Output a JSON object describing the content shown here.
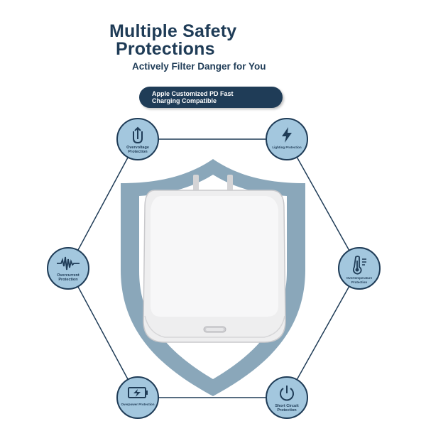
{
  "headline": {
    "line1": "Multiple Safety",
    "line2": "Protections"
  },
  "subheadline": "Actively Filter Danger for You",
  "pill": {
    "line1": "Apple Customized PD Fast",
    "line2": "Charging Compatible"
  },
  "features": [
    {
      "label": "Overvoltage Protection",
      "icon": "overvoltage-icon"
    },
    {
      "label": "Lighting Protection",
      "icon": "lightning-icon"
    },
    {
      "label": "Overcurrent Protection",
      "icon": "waveform-icon"
    },
    {
      "label": "Overtemperature Protection",
      "icon": "thermometer-icon"
    },
    {
      "label": "Overpower Protection",
      "icon": "battery-charging-icon"
    },
    {
      "label": "Short Circuit Protection",
      "icon": "power-icon"
    }
  ],
  "colors": {
    "navy": "#1f3c57",
    "circle_fill": "#a3c7de",
    "shield": "#8aa7ba",
    "charger": "#eeeeef"
  }
}
